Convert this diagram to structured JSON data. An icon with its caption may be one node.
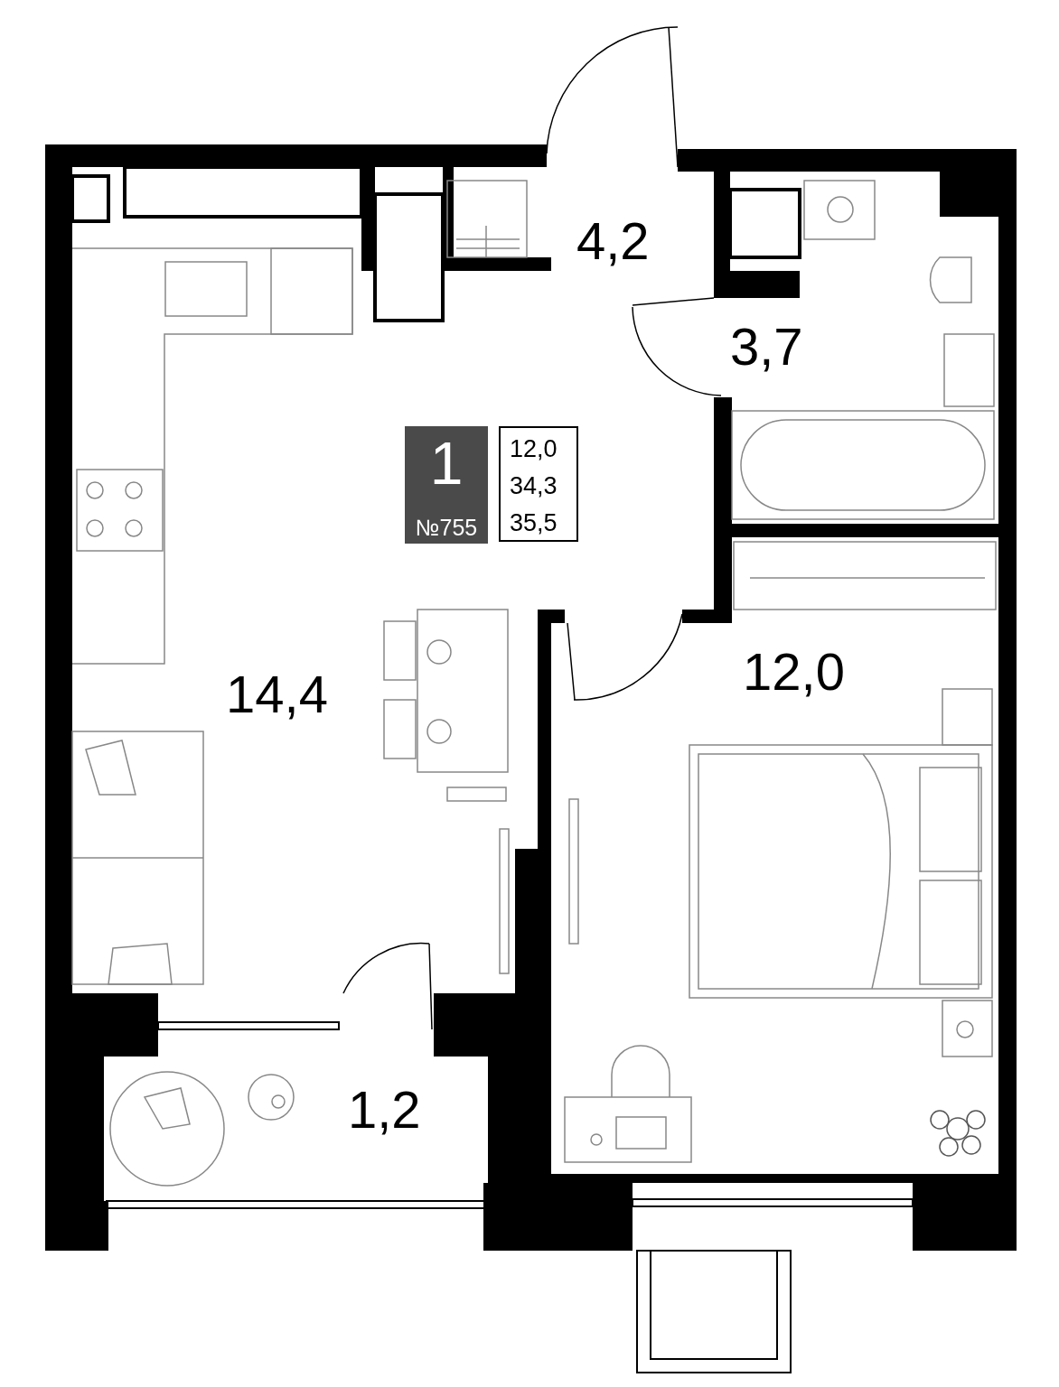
{
  "diagram": {
    "labels": [
      "4,2",
      "3,7",
      "1",
      "12,0",
      "34,3",
      "№755",
      "35,5",
      "12,0",
      "14,4",
      "1,2"
    ]
  }
}
